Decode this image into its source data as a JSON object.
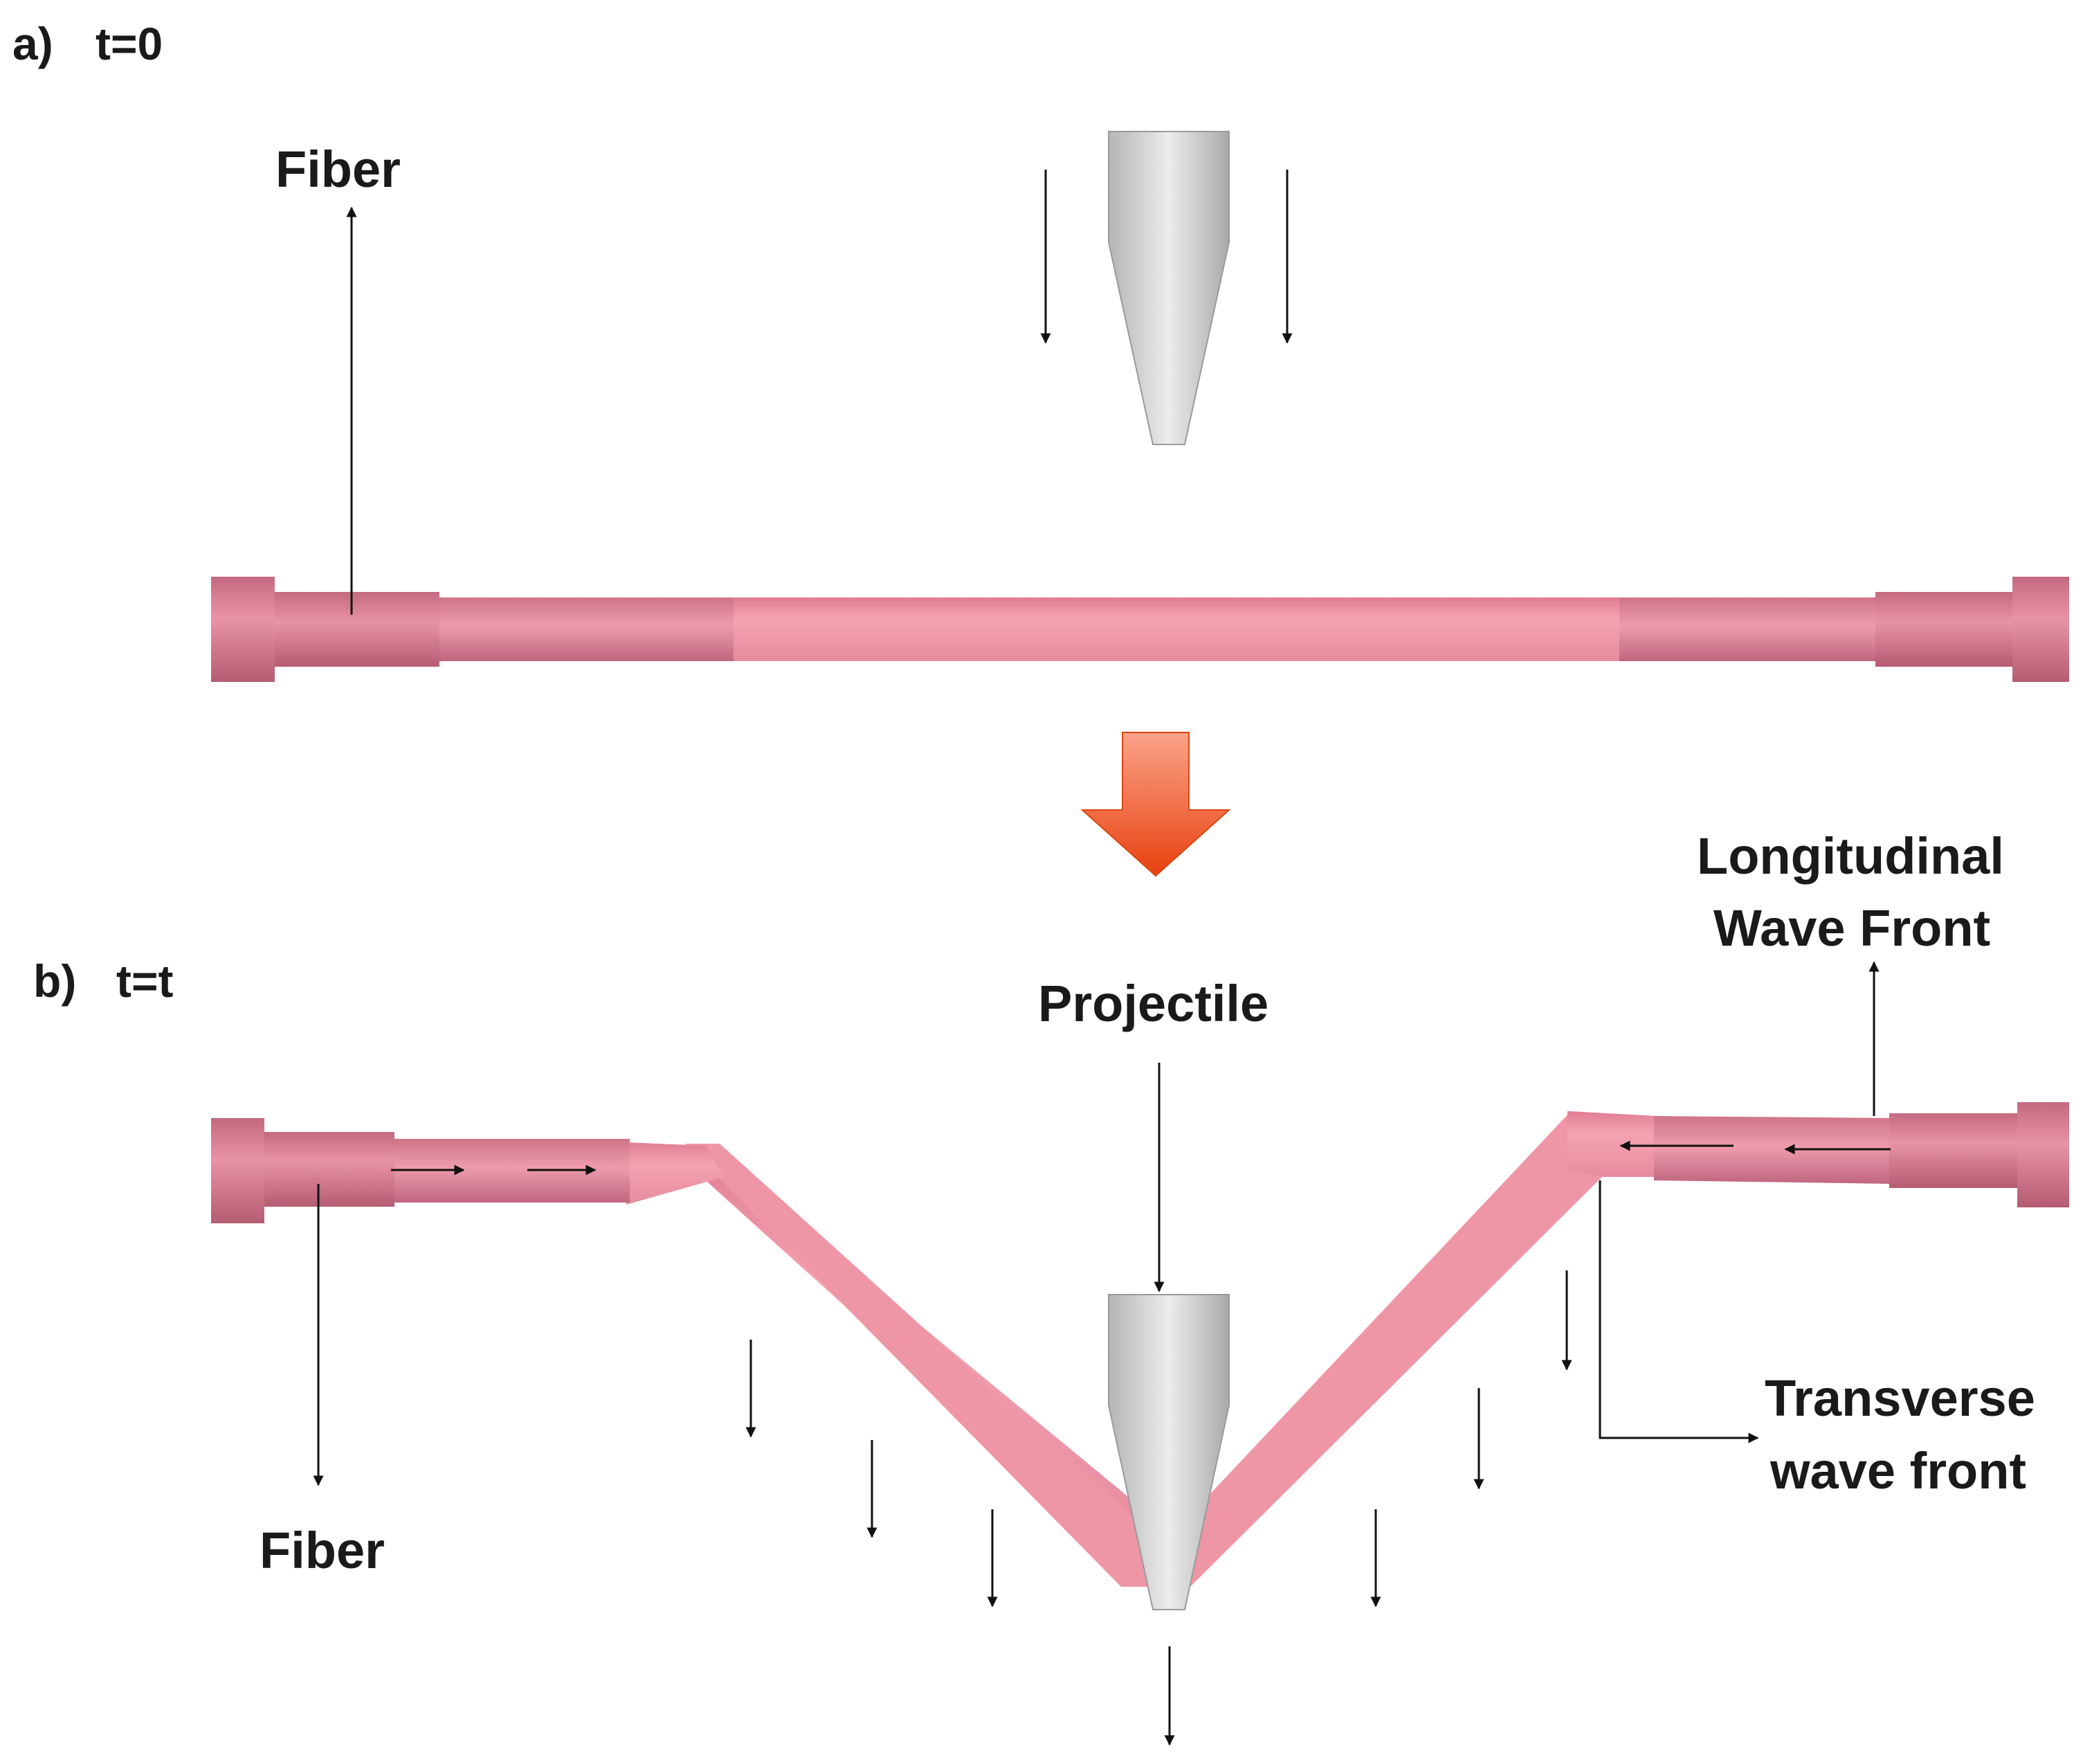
{
  "panel_a": {
    "label": "a)",
    "time": "t=0",
    "fiber_label": "Fiber"
  },
  "panel_b": {
    "label": "b)",
    "time": "t=t",
    "fiber_label": "Fiber",
    "projectile_label": "Projectile",
    "longitudinal_label_line1": "Longitudinal",
    "longitudinal_label_line2": "Wave Front",
    "transverse_label_line1": "Transverse",
    "transverse_label_line2": "wave front"
  },
  "colors": {
    "fiber": "#ef96a6",
    "fiber_dark": "#c36b7e",
    "projectile": "#d4d4d4",
    "transition_arrow": "#f05a22",
    "annotation": "#111111"
  }
}
